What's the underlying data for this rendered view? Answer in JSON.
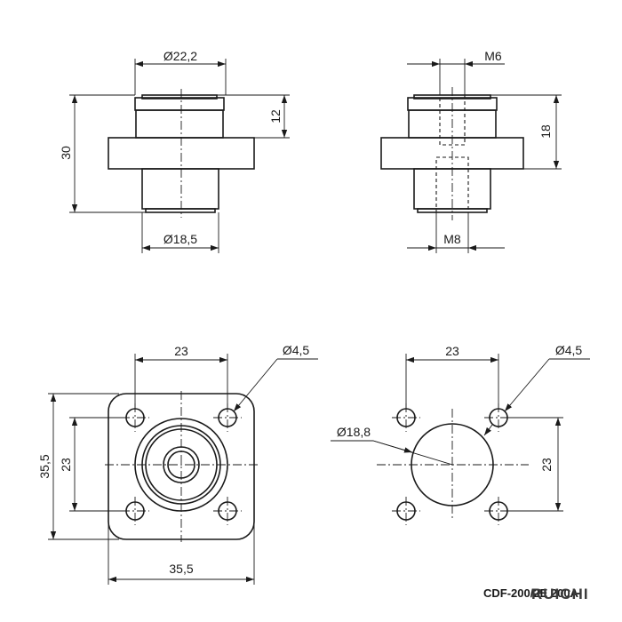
{
  "views": {
    "front": {
      "dim_top": "Ø22,2",
      "dim_left": "30",
      "dim_right": "12",
      "dim_bottom": "Ø18,5"
    },
    "section": {
      "dim_top": "M6",
      "dim_right": "18",
      "dim_bottom": "M8"
    },
    "top": {
      "dim_top": "23",
      "dim_hole": "Ø4,5",
      "dim_left_outer": "35,5",
      "dim_left_inner": "23",
      "dim_bottom": "35,5"
    },
    "bottom": {
      "dim_top": "23",
      "dim_hole": "Ø4,5",
      "dim_bore": "Ø18,8",
      "dim_right": "23"
    }
  },
  "footer": {
    "part_code": "CDF-200/2E 200A",
    "brand": "RUICHI"
  }
}
